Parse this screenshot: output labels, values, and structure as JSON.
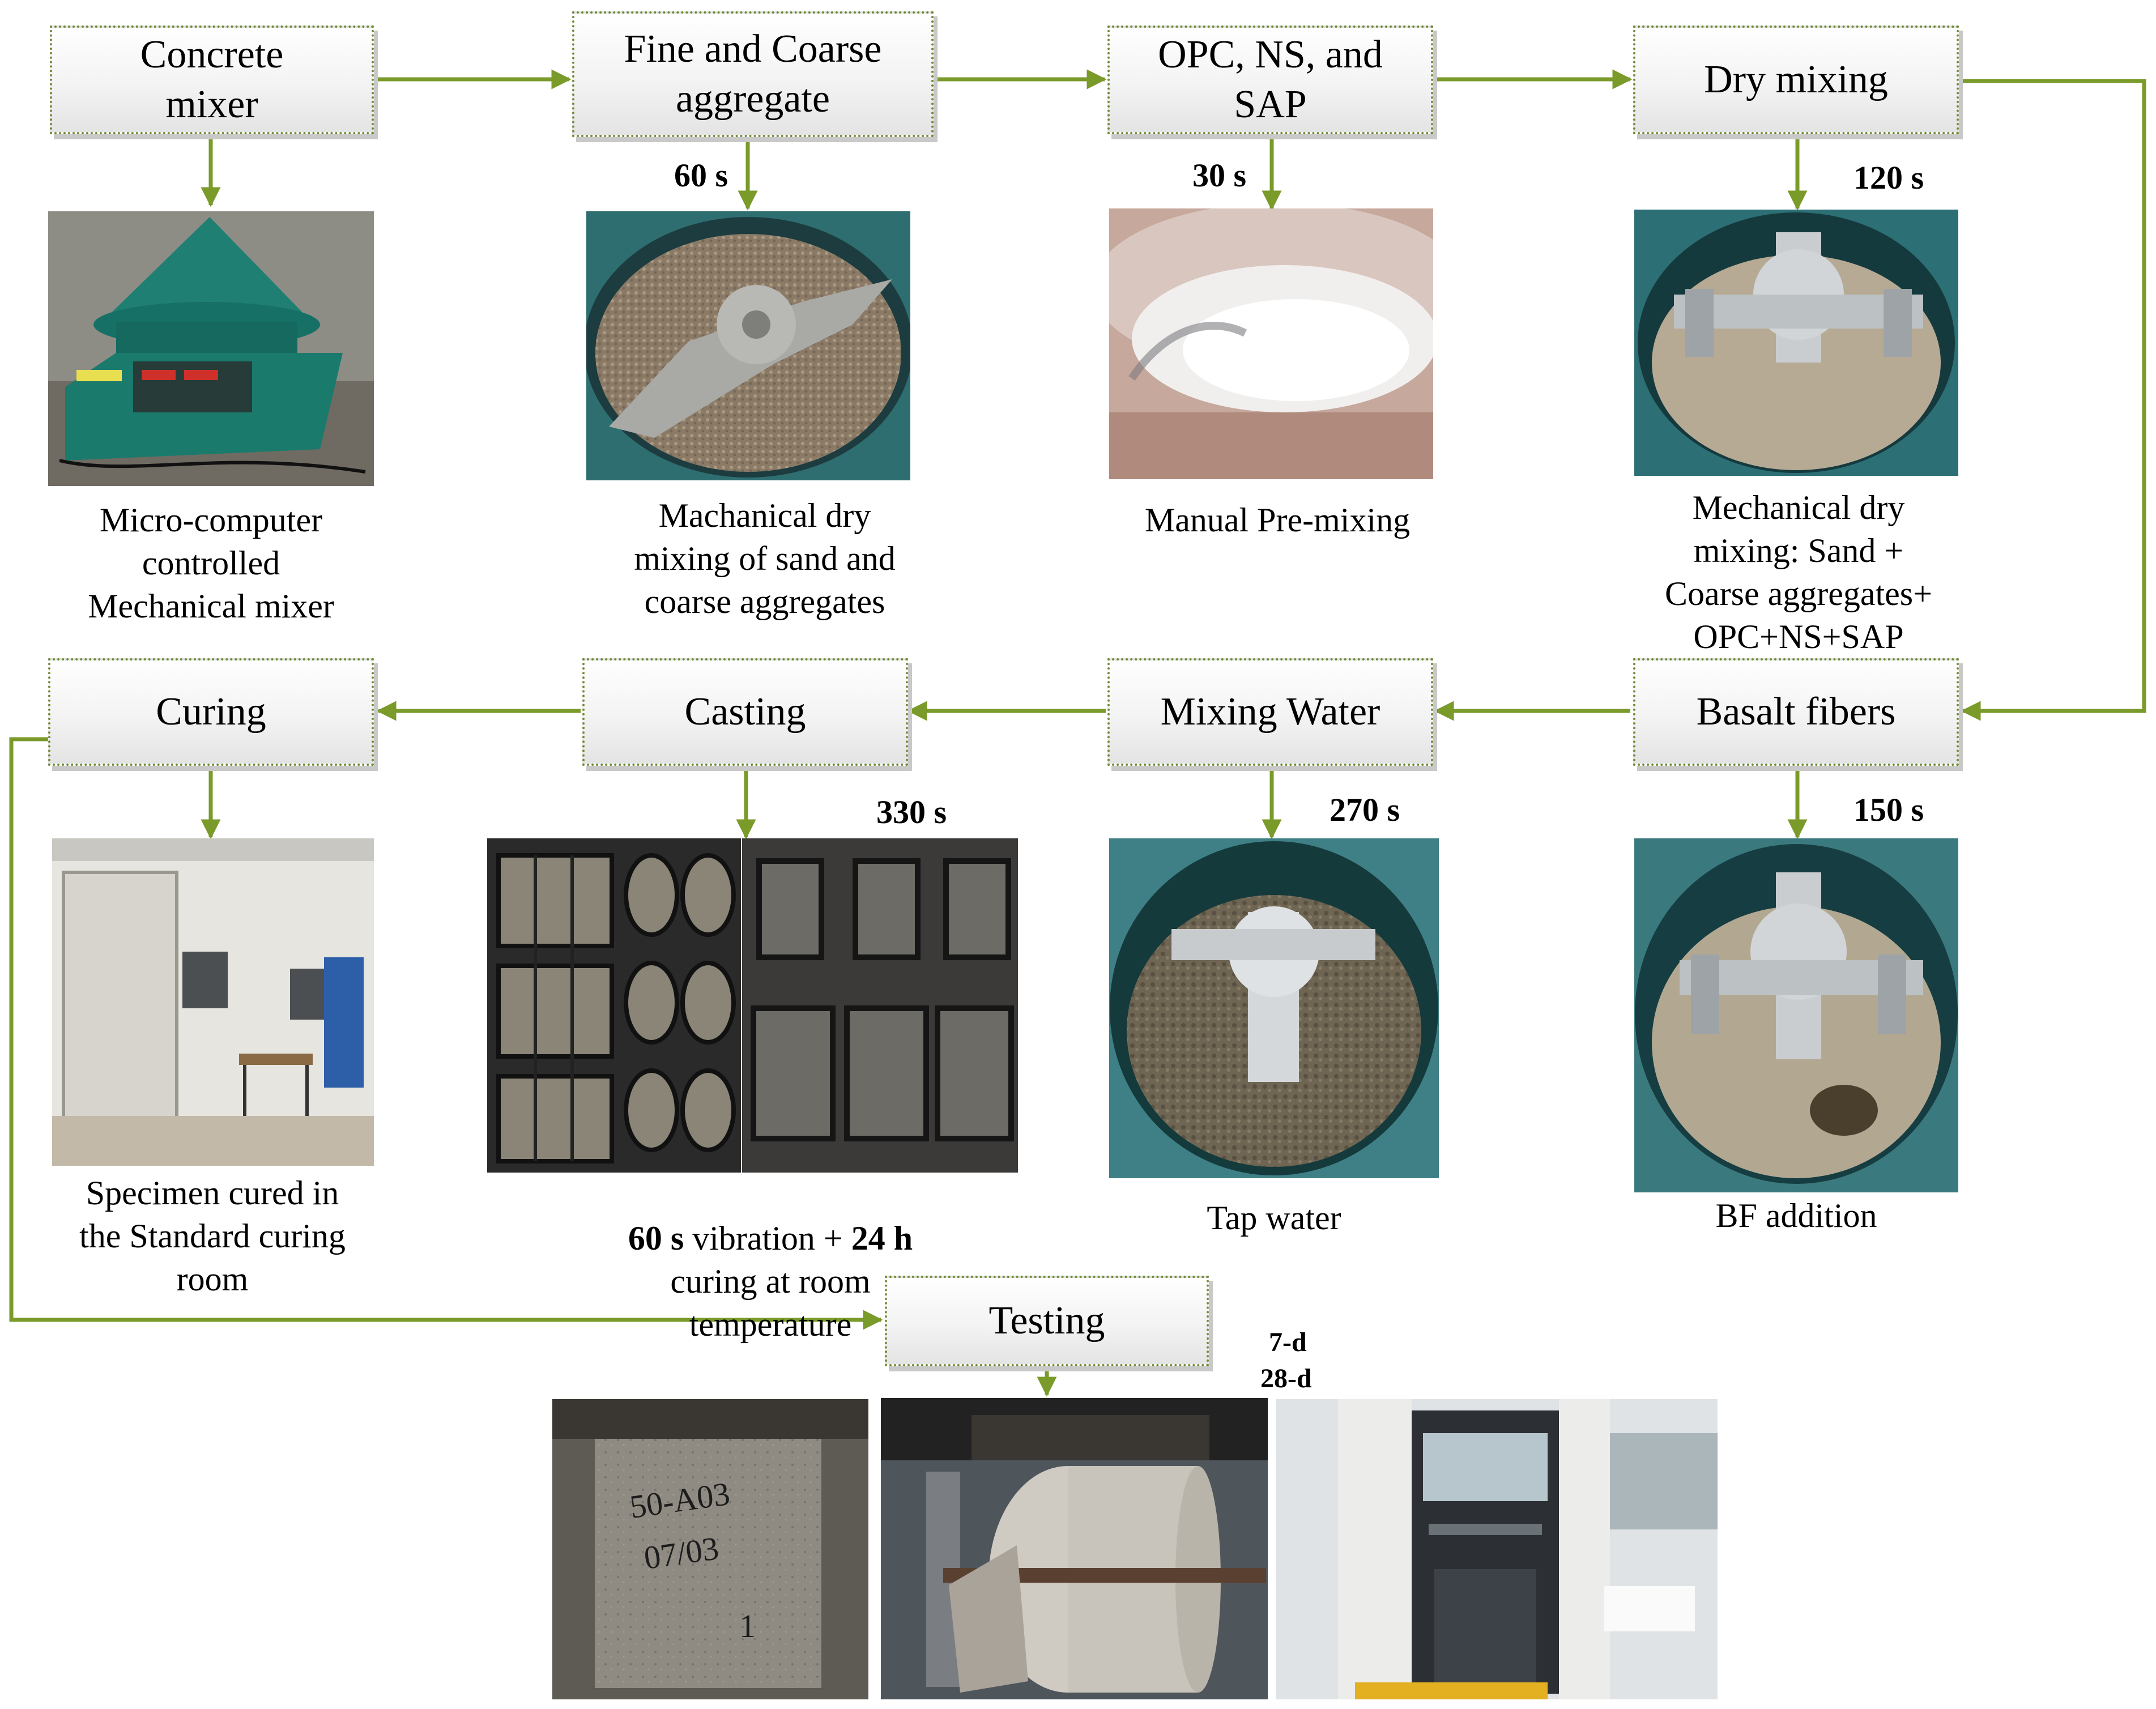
{
  "steps": {
    "concrete_mixer": "Concrete\nmixer",
    "aggregate": "Fine and Coarse\naggregate",
    "opc": "OPC, NS, and\nSAP",
    "dry_mixing": "Dry mixing",
    "basalt": "Basalt fibers",
    "water": "Mixing Water",
    "casting": "Casting",
    "curing": "Curing",
    "testing": "Testing"
  },
  "times": {
    "aggregate": "60 s",
    "opc": "30 s",
    "dry_mixing": "120 s",
    "basalt": "150 s",
    "water": "270 s",
    "casting": "330 s",
    "testing_7d": "7-d",
    "testing_28d": "28-d"
  },
  "captions": {
    "mixer": "Micro-computer\ncontrolled\nMechanical mixer",
    "aggregate": "Machanical dry\nmixing of sand and\ncoarse aggregates",
    "opc": "Manual Pre-mixing",
    "dry_mixing": "Mechanical dry\nmixing: Sand +\nCoarse aggregates+\nOPC+NS+SAP",
    "basalt": "BF addition",
    "water": "Tap water",
    "casting_vib_time": "60 s",
    "casting_vib_text": " vibration + ",
    "casting_cure_time": "24 h",
    "casting_rest": "curing at room\ntemperature",
    "curing": "Specimen cured in\nthe Standard curing\nroom"
  },
  "specimen_marks": {
    "line1": "50-A03",
    "line2": "07/03",
    "line3": "1"
  },
  "colors": {
    "arrow": "#7a9a2a",
    "box_border": "#6f8a34"
  }
}
